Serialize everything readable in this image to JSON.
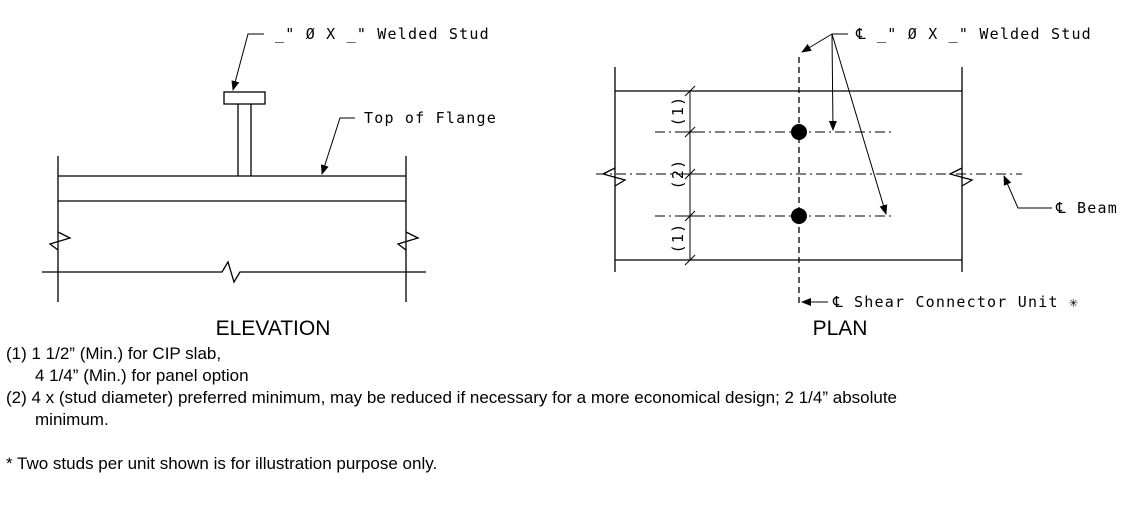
{
  "elevation": {
    "title": "ELEVATION",
    "stud_callout": "_\" Ø X _\" Welded Stud",
    "flange_callout": "Top of Flange"
  },
  "plan": {
    "title": "PLAN",
    "stud_callout": "℄ _\" Ø X _\" Welded Stud",
    "beam_callout": "℄ Beam",
    "unit_callout": "℄ Shear Connector Unit ✳",
    "dim_labels": [
      "(1)",
      "(2)",
      "(1)"
    ]
  },
  "notes": {
    "note1_line1": "(1) 1 1/2” (Min.) for CIP slab,",
    "note1_line2": "4 1/4” (Min.) for panel option",
    "note2_line1": "(2) 4 x (stud diameter) preferred minimum, may be reduced if necessary for a more economical design; 2 1/4” absolute",
    "note2_line2": "minimum.",
    "footnote": "* Two studs per unit shown is for illustration purpose only."
  }
}
